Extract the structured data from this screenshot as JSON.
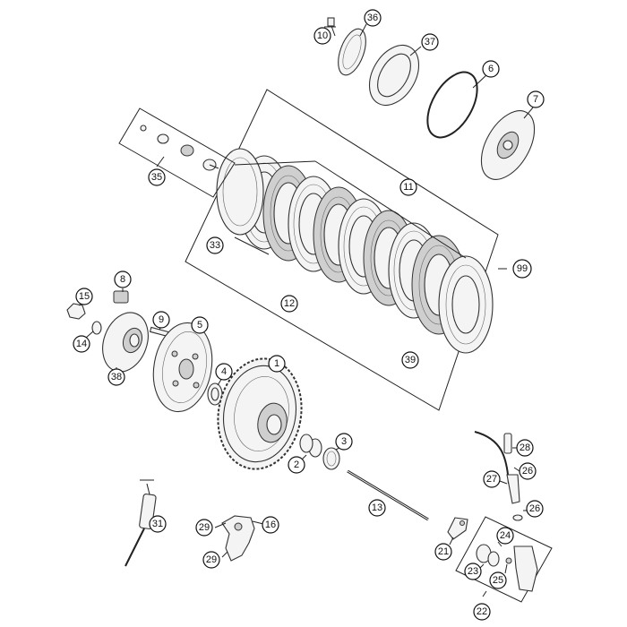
{
  "callouts": {
    "c1": "1",
    "c2": "2",
    "c3": "3",
    "c4": "4",
    "c5": "5",
    "c6": "6",
    "c7": "7",
    "c8": "8",
    "c9": "9",
    "c10": "10",
    "c11": "11",
    "c12": "12",
    "c13": "13",
    "c14": "14",
    "c15": "15",
    "c16": "16",
    "c21": "21",
    "c22": "22",
    "c23": "23",
    "c24": "24",
    "c25": "25",
    "c26a": "26",
    "c26b": "26",
    "c27": "27",
    "c28": "28",
    "c29a": "29",
    "c29b": "29",
    "c31": "31",
    "c33": "33",
    "c35": "35",
    "c36": "36",
    "c37": "37",
    "c38": "38",
    "c39": "39",
    "c99": "99"
  }
}
